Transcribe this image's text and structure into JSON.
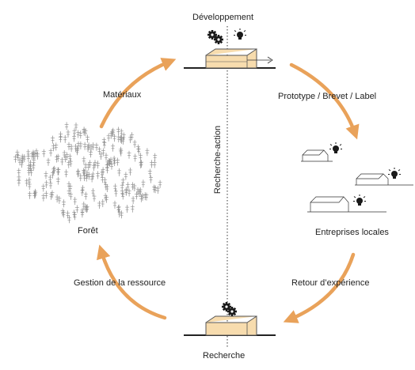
{
  "labels": {
    "developpement": "Développement",
    "prototype": "Prototype / Brevet / Label",
    "entreprises": "Entreprises locales",
    "retour": "Retour d’expérience",
    "recherche": "Recherche",
    "gestion": "Gestion de la ressource",
    "foret": "Forêt",
    "materiaux": "Matériaux",
    "recherche_action": "Recherche-action"
  },
  "colors": {
    "arrow": "#e9a25a",
    "house_fill": "#f7dcae",
    "house_stroke": "#555555",
    "ground": "#222222",
    "tree": "#8a8a8a"
  },
  "icons": {
    "gears": "gears-icon",
    "bulb": "lightbulb-icon"
  }
}
